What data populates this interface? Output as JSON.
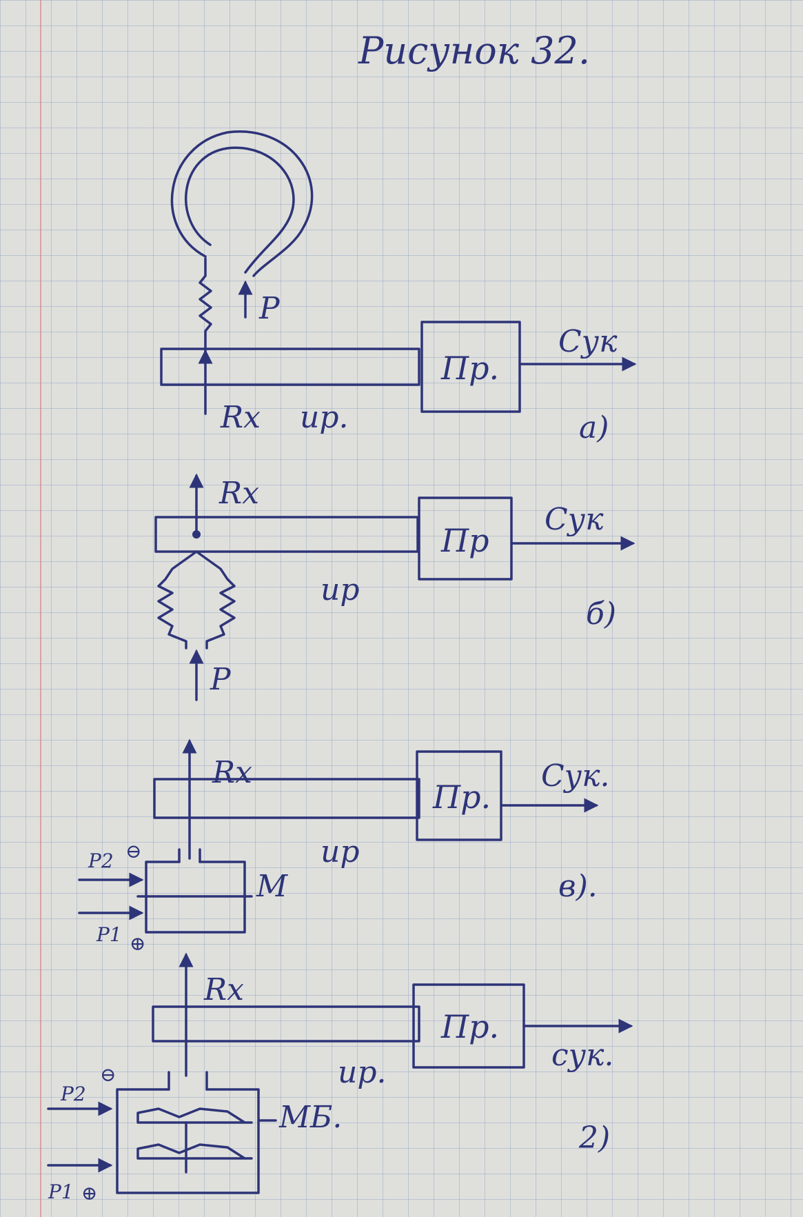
{
  "title": "Рисунок 32.",
  "common": {
    "converter": "Пр.",
    "converter_b": "Пр",
    "output": "Сук",
    "output_v": "Сук.",
    "output_g": "сук.",
    "rail": "ир.",
    "rail_b": "ир",
    "rod": "Rx",
    "pressure": "P"
  },
  "schemes": {
    "a": {
      "label": "а)"
    },
    "b": {
      "label": "б)"
    },
    "v": {
      "label": "в).",
      "element": "М",
      "p1": "P1",
      "p2": "P2",
      "minus": "⊖",
      "plus": "⊕"
    },
    "g": {
      "label": "2)",
      "element": "МБ.",
      "p1": "P1",
      "p2": "P2",
      "minus": "⊖",
      "plus": "⊕"
    }
  },
  "colors": {
    "ink": "#2e3478",
    "paper": "#dfe0dc",
    "grid": "#788cbe",
    "margin": "#dc6e6e"
  }
}
